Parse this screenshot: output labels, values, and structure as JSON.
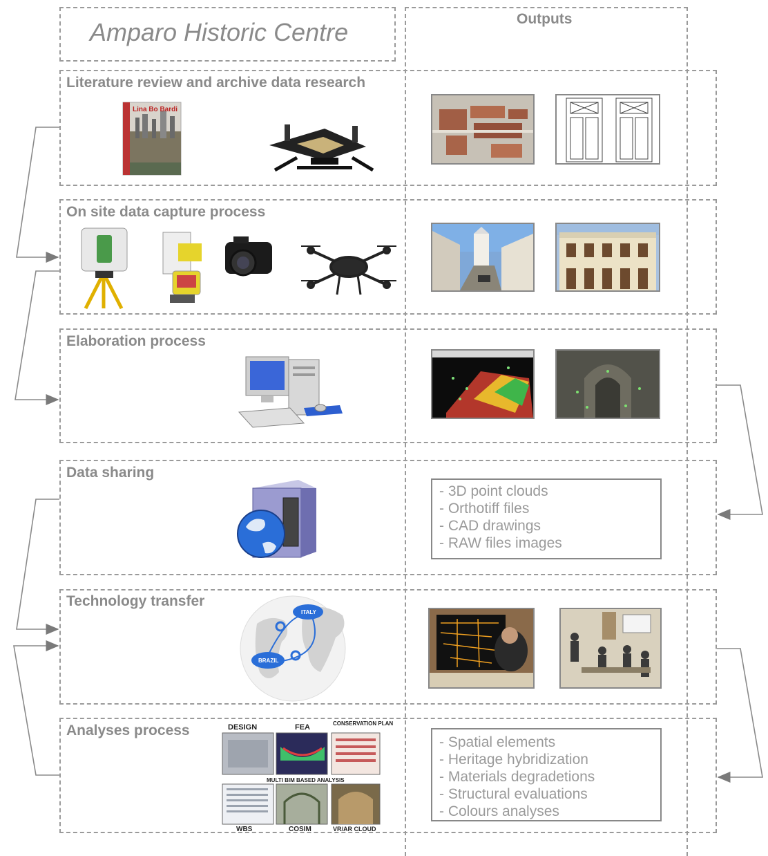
{
  "header": {
    "title": "Amparo Historic Centre",
    "outputs_label": "Outputs"
  },
  "stages": [
    {
      "label": "Literature review and archive data research"
    },
    {
      "label": "On site data capture process"
    },
    {
      "label": "Elaboration process"
    },
    {
      "label": "Data sharing"
    },
    {
      "label": "Technology transfer"
    },
    {
      "label": "Analyses process"
    }
  ],
  "book": {
    "title": "Lina Bo Bardi"
  },
  "map_labels": {
    "italy": "ITALY",
    "brazil": "BRAZIL"
  },
  "analysis_panel": {
    "design": "DESIGN",
    "fea": "FEA",
    "conservation": "CONSERVATION PLAN",
    "multi": "MULTI BIM BASED ANALYSIS",
    "wbs": "WBS",
    "cosim": "COSIM",
    "vrar": "VR/AR CLOUD"
  },
  "outputs": {
    "data_sharing": [
      "- 3D point clouds",
      "- Orthotiff files",
      "- CAD drawings",
      "- RAW files images"
    ],
    "analyses": [
      "- Spatial elements",
      "- Heritage hybridization",
      "- Materials degradetions",
      "- Structural evaluations",
      "- Colours analyses"
    ]
  },
  "icons": [
    "book-icon",
    "book-scanner-icon",
    "laser-scanner-icon",
    "total-station-icon",
    "camera-icon",
    "drone-icon",
    "computer-icon",
    "server-globe-icon",
    "world-map-icon"
  ]
}
